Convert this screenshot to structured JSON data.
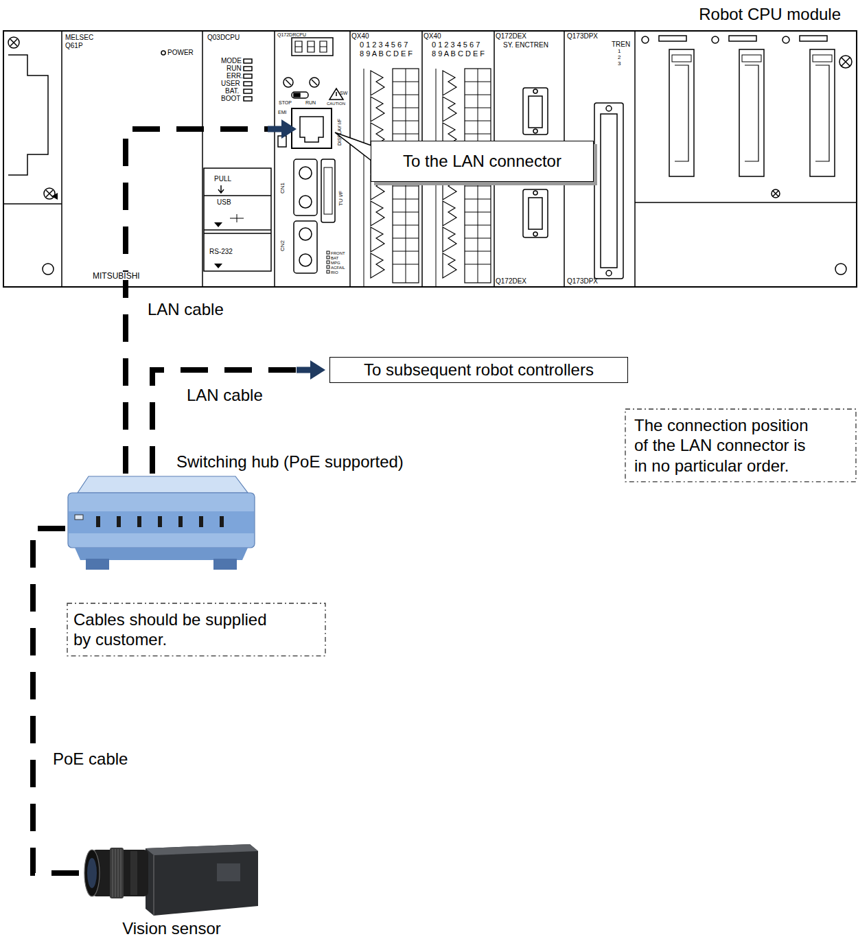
{
  "diagram": {
    "nodes": [
      {
        "text": [
          "Robot CPU module"
        ]
      },
      {
        "text": [
          "To the LAN connector"
        ],
        "in": 0
      },
      {
        "text": [
          "To subsequent robot controllers"
        ]
      },
      {
        "text": [
          "The connection position of the LAN connector is in no particular order."
        ]
      },
      {
        "text": [
          "Switching hub (PoE supported)"
        ]
      },
      {
        "text": [
          "Cables should be supplied by customer."
        ]
      },
      {
        "text": [
          "Vision sensor"
        ]
      }
    ],
    "edges": [
      {
        "from": 4,
        "to": 0,
        "arrow": "to",
        "label": "LAN cable"
      },
      {
        "from": 4,
        "to": 2,
        "arrow": "to",
        "label": "LAN cable"
      },
      {
        "from": 4,
        "to": 6,
        "arrow": "none",
        "label": "PoE cable"
      }
    ],
    "labels": [
      "MELSEC",
      "Q61P",
      "POWER",
      "Q03DCPU",
      "MODE",
      "RUN",
      "ERR.",
      "USER",
      "BAT.",
      "BOOT",
      "Q172DRCPU",
      "QX40",
      "0 1 2 3 4 5 6 7",
      "8 9 A B C D E F",
      "QX40",
      "0 1 2 3 4 5 6 7",
      "8 9 A B C D E F",
      "Q172DEX",
      "SY. ENCTREN",
      "Q173DPX",
      "TREN",
      "1",
      "2",
      "3",
      "SW",
      "STOP",
      "RUN",
      "CAUTION",
      "EMI",
      "DISPLAY I/F",
      "PULL",
      "USB",
      "RS-232",
      "CN1",
      "CN2",
      "TU I/F",
      "FRONT",
      "BAT",
      "MPG",
      "ACFAIL",
      "RIO",
      "MITSUBISHI",
      "Q172DEX",
      "Q173DPX"
    ]
  }
}
